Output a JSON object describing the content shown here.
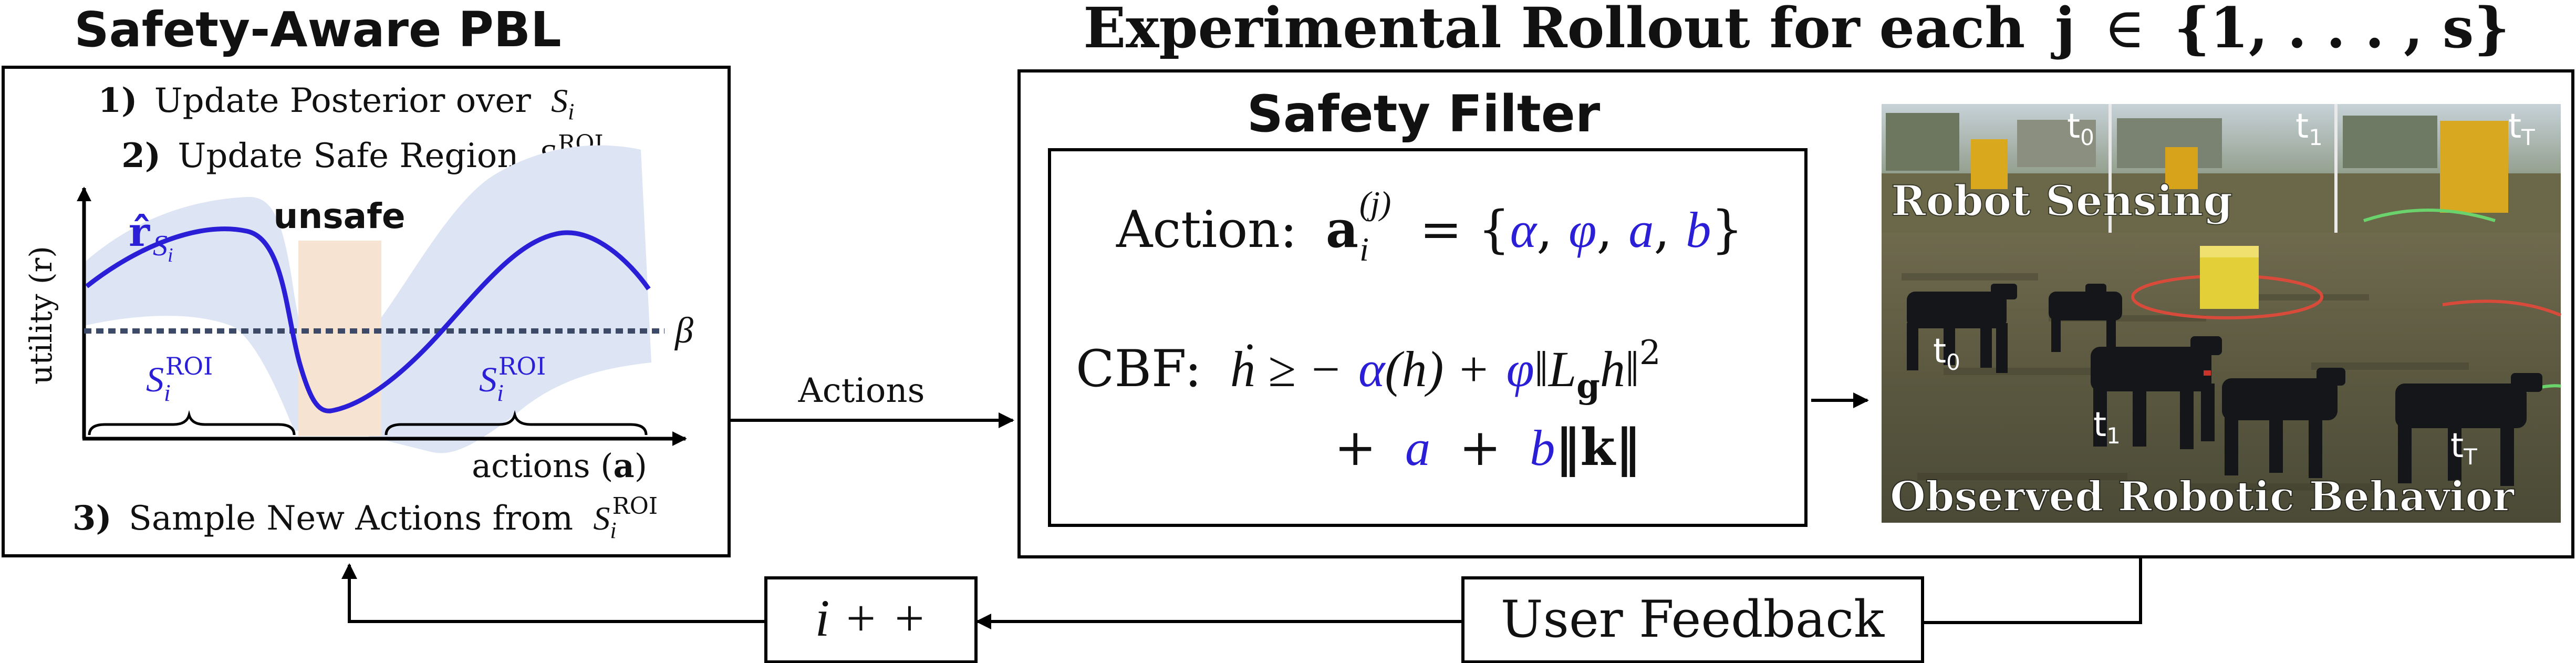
{
  "left": {
    "title": "Safety-Aware PBL",
    "step1_prefix": "1)",
    "step1_text": "Update Posterior over",
    "step1_var": "S",
    "step1_sub": "i",
    "step2_prefix": "2)",
    "step2_text": "Update Safe Region",
    "step2_var": "S",
    "step2_sub": "i",
    "step2_sup": "ROI",
    "step3_prefix": "3)",
    "step3_text": "Sample New Actions from",
    "step3_var": "S",
    "step3_sub": "i",
    "step3_sup": "ROI",
    "unsafe_label": "unsafe",
    "ylabel": "utility (r)",
    "xlabel_text": "actions (",
    "xlabel_bold": "a",
    "xlabel_end": ")",
    "rhat_symbol": "r̂",
    "rhat_sub": "S",
    "rhat_subsub": "i",
    "beta": "β",
    "roi_var": "S",
    "roi_sub": "i",
    "roi_sup": "ROI"
  },
  "arrow_label": "Actions",
  "right": {
    "title_text": "Experimental Rollout for each",
    "title_var": "j",
    "title_in": "∈",
    "title_set": "{1, . . . , s}",
    "filter_title": "Safety Filter",
    "action_label": "Action:",
    "action_a": "a",
    "action_sub": "i",
    "action_sup": "(j)",
    "action_eq": "= {",
    "action_params": [
      "α",
      "φ",
      "a",
      "b"
    ],
    "action_close": "}",
    "cbf_label": "CBF:",
    "cbf_line1": "ḣ ≥ −",
    "cbf_alpha": "α",
    "cbf_h": "(h) +",
    "cbf_phi": "φ",
    "cbf_norm": "‖L",
    "cbf_g": "g",
    "cbf_norm2": "h‖",
    "cbf_sq": "2",
    "cbf_line2_plus": "+",
    "cbf_a": "a",
    "cbf_plus2": "+",
    "cbf_b": "b",
    "cbf_k": "‖k‖"
  },
  "photo": {
    "sensing_label": "Robot Sensing",
    "behavior_label": "Observed Robotic Behavior",
    "time_top": [
      "t",
      "t",
      "t"
    ],
    "time_top_sub": [
      "0",
      "1",
      "T"
    ],
    "time_bottom": [
      "t",
      "t",
      "t"
    ],
    "time_bottom_sub": [
      "0",
      "1",
      "T"
    ]
  },
  "feedback_label": "User Feedback",
  "counter_label": "i + +",
  "colors": {
    "blue": "#2a1fd6",
    "band": "#dde4f4",
    "unsafe": "#f7e3d2",
    "dotted": "#3c4a68"
  }
}
